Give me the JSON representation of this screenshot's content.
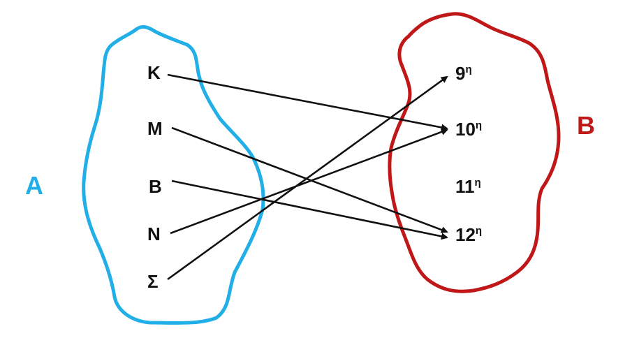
{
  "sets": {
    "left": {
      "name": "A",
      "color": "#22aee6",
      "elements": [
        "K",
        "M",
        "B",
        "N",
        "Σ"
      ]
    },
    "right": {
      "name": "B",
      "color": "#c01818",
      "elements": [
        {
          "number": "9",
          "suffix": "η"
        },
        {
          "number": "10",
          "suffix": "η"
        },
        {
          "number": "11",
          "suffix": "η"
        },
        {
          "number": "12",
          "suffix": "η"
        }
      ]
    }
  },
  "mapping": [
    {
      "from": "K",
      "to": "10η"
    },
    {
      "from": "M",
      "to": "12η"
    },
    {
      "from": "B",
      "to": "12η"
    },
    {
      "from": "N",
      "to": "10η"
    },
    {
      "from": "Σ",
      "to": "9η"
    }
  ],
  "colors": {
    "arrow": "#111111"
  }
}
